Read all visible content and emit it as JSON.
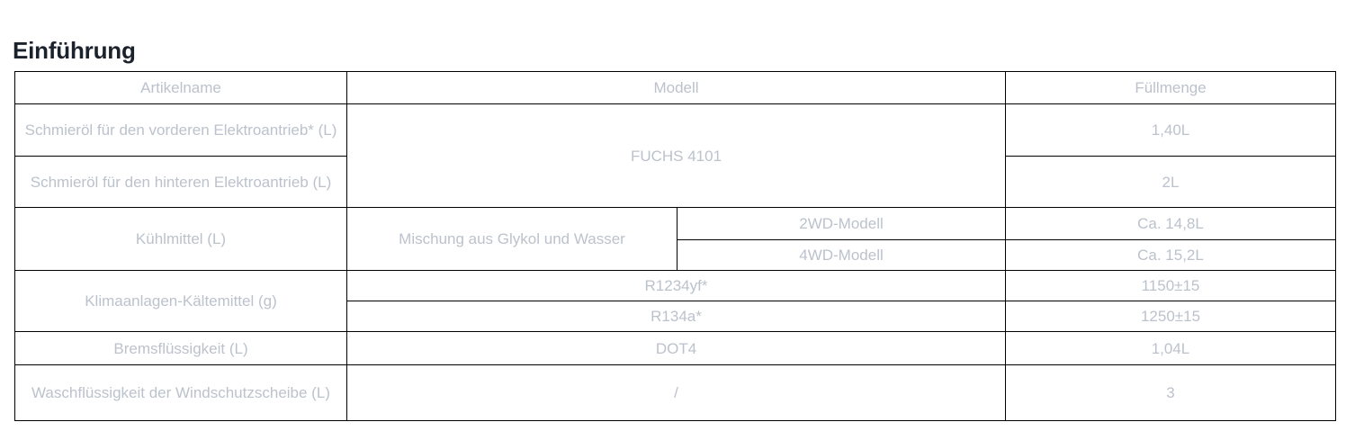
{
  "page": {
    "title": "Einführung",
    "text_color": "#bcc2cc",
    "title_color": "#1b222c",
    "border_color": "#000000",
    "background": "#ffffff"
  },
  "table": {
    "headers": {
      "item_name": "Artikelname",
      "model": "Modell",
      "capacity": "Füllmenge"
    },
    "rows": [
      {
        "item_name": "Schmieröl für den vorderen Elektroantrieb* (L)",
        "model": "FUCHS 4101",
        "capacity": "1,40L"
      },
      {
        "item_name": "Schmieröl für den hinteren Elektroantrieb (L)",
        "model": "FUCHS 4101",
        "capacity": "2L"
      },
      {
        "item_name": "Kühlmittel (L)",
        "model": "Mischung aus Glykol und Wasser",
        "model_variant": "2WD-Modell",
        "capacity": "Ca. 14,8L"
      },
      {
        "item_name": "Kühlmittel (L)",
        "model": "Mischung aus Glykol und Wasser",
        "model_variant": "4WD-Modell",
        "capacity": "Ca. 15,2L"
      },
      {
        "item_name": "Klimaanlagen-Kältemittel (g)",
        "model": "R1234yf*",
        "capacity": "1150±15"
      },
      {
        "item_name": "Klimaanlagen-Kältemittel (g)",
        "model": "R134a*",
        "capacity": "1250±15"
      },
      {
        "item_name": "Bremsflüssigkeit (L)",
        "model": "DOT4",
        "capacity": "1,04L"
      },
      {
        "item_name": "Waschflüssigkeit der Windschutzscheibe (L)",
        "model": "/",
        "capacity": "3"
      }
    ]
  }
}
